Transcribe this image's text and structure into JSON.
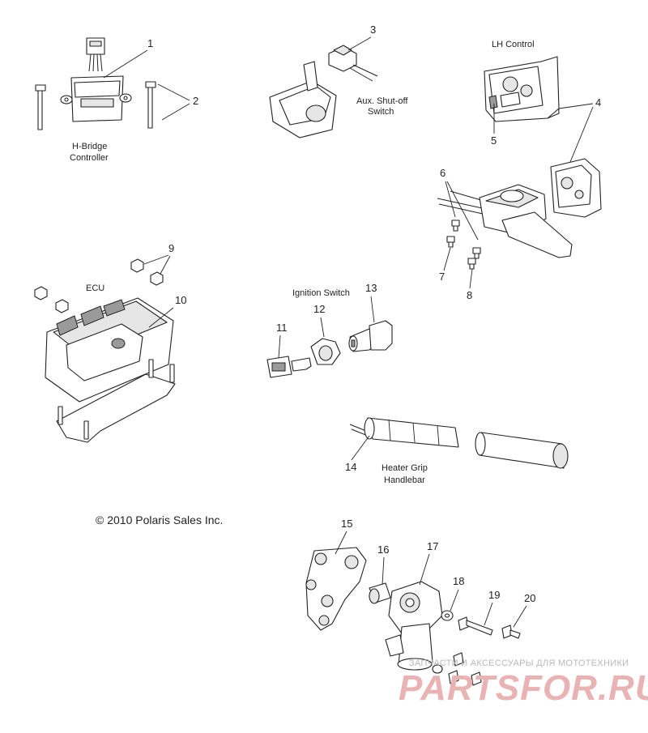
{
  "parts": {
    "p1": {
      "num": "1",
      "label": [
        "H-Bridge",
        "Controller"
      ]
    },
    "p2": {
      "num": "2"
    },
    "p3": {
      "num": "3",
      "label": [
        "Aux. Shut-off",
        "Switch"
      ]
    },
    "p4": {
      "num": "4",
      "label": [
        "LH Control"
      ]
    },
    "p5": {
      "num": "5"
    },
    "p6": {
      "num": "6"
    },
    "p7": {
      "num": "7"
    },
    "p8": {
      "num": "8"
    },
    "p9": {
      "num": "9"
    },
    "p10": {
      "num": "10",
      "label": [
        "ECU"
      ]
    },
    "p11": {
      "num": "11"
    },
    "p12": {
      "num": "12",
      "label": [
        "Ignition Switch"
      ]
    },
    "p13": {
      "num": "13"
    },
    "p14": {
      "num": "14",
      "label": [
        "Heater Grip",
        "Handlebar"
      ]
    },
    "p15": {
      "num": "15"
    },
    "p16": {
      "num": "16"
    },
    "p17": {
      "num": "17"
    },
    "p18": {
      "num": "18"
    },
    "p19": {
      "num": "19"
    },
    "p20": {
      "num": "20"
    }
  },
  "copyright": "© 2010 Polaris Sales Inc.",
  "watermark": {
    "tagline": "ЗАПЧАСТИ И АКСЕССУАРЫ ДЛЯ МОТОТЕХНИКИ",
    "logo_text": "PARTSFOR.RU",
    "logo_color": "#e9b3b3"
  }
}
